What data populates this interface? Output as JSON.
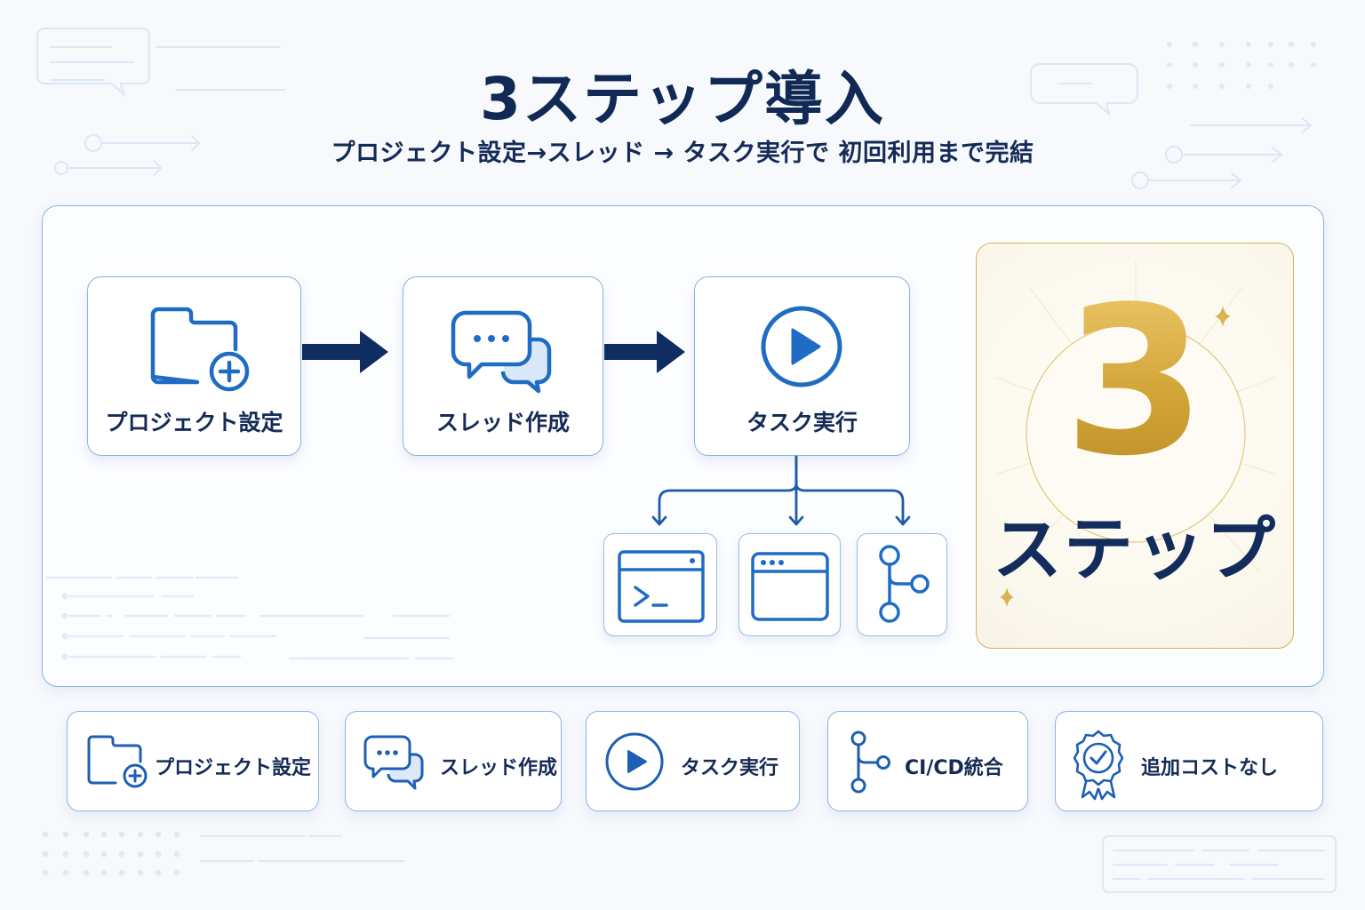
{
  "header": {
    "title": "3ステップ導入",
    "subtitle": "プロジェクト設定→スレッド → タスク実行で 初回利用まで完結"
  },
  "flow": {
    "steps": [
      {
        "label": "プロジェクト設定",
        "icon": "folder-plus-icon"
      },
      {
        "label": "スレッド作成",
        "icon": "chat-bubbles-icon"
      },
      {
        "label": "タスク実行",
        "icon": "play-circle-icon"
      }
    ],
    "branches": [
      {
        "icon": "terminal-icon"
      },
      {
        "icon": "browser-window-icon"
      },
      {
        "icon": "git-branch-icon"
      }
    ]
  },
  "badge": {
    "number": "3",
    "word": "ステップ"
  },
  "features": [
    {
      "label": "プロジェクト設定",
      "icon": "folder-plus-icon"
    },
    {
      "label": "スレッド作成",
      "icon": "chat-bubbles-icon"
    },
    {
      "label": "タスク実行",
      "icon": "play-circle-icon"
    },
    {
      "label": "CI/CD統合",
      "icon": "git-branch-icon"
    },
    {
      "label": "追加コストなし",
      "icon": "award-check-icon"
    }
  ],
  "colors": {
    "navy": "#112a55",
    "accent_blue": "#1f6cc4",
    "border_blue": "#8fb2e4",
    "gold": "#d4a93f"
  }
}
